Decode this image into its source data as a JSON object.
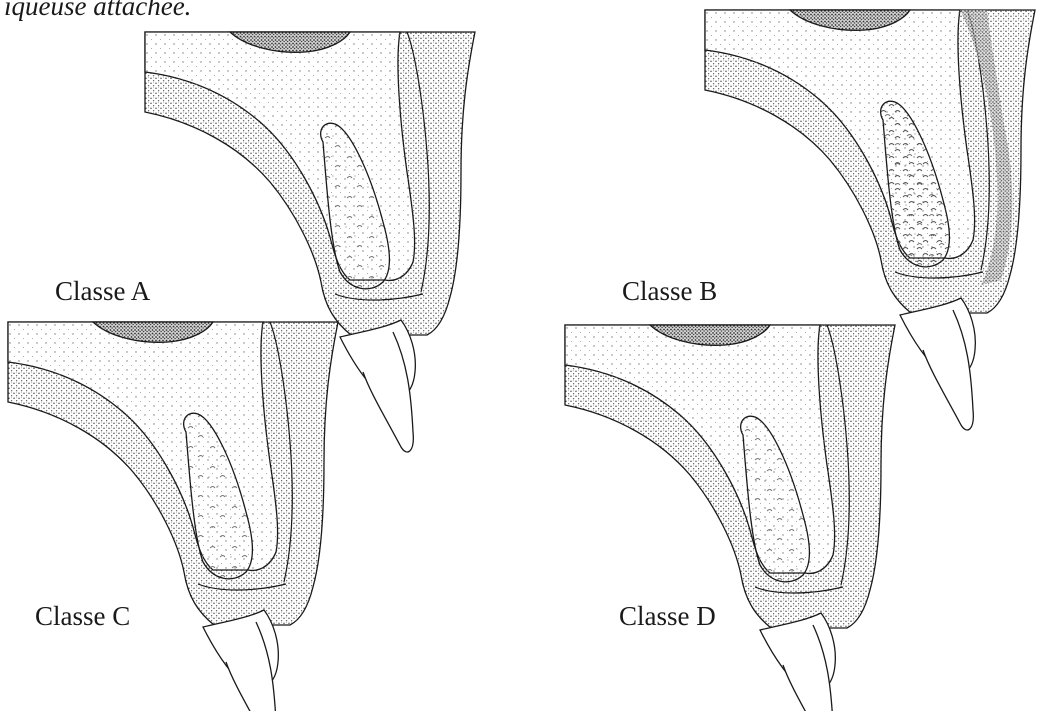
{
  "header_fragment": "iqueuse attachée.",
  "labels": {
    "classe_a": "Classe A",
    "classe_b": "Classe B",
    "classe_c": "Classe C",
    "classe_d": "Classe D"
  },
  "colors": {
    "ink": "#1a1a1a",
    "stipple": "#6b6b6b"
  }
}
